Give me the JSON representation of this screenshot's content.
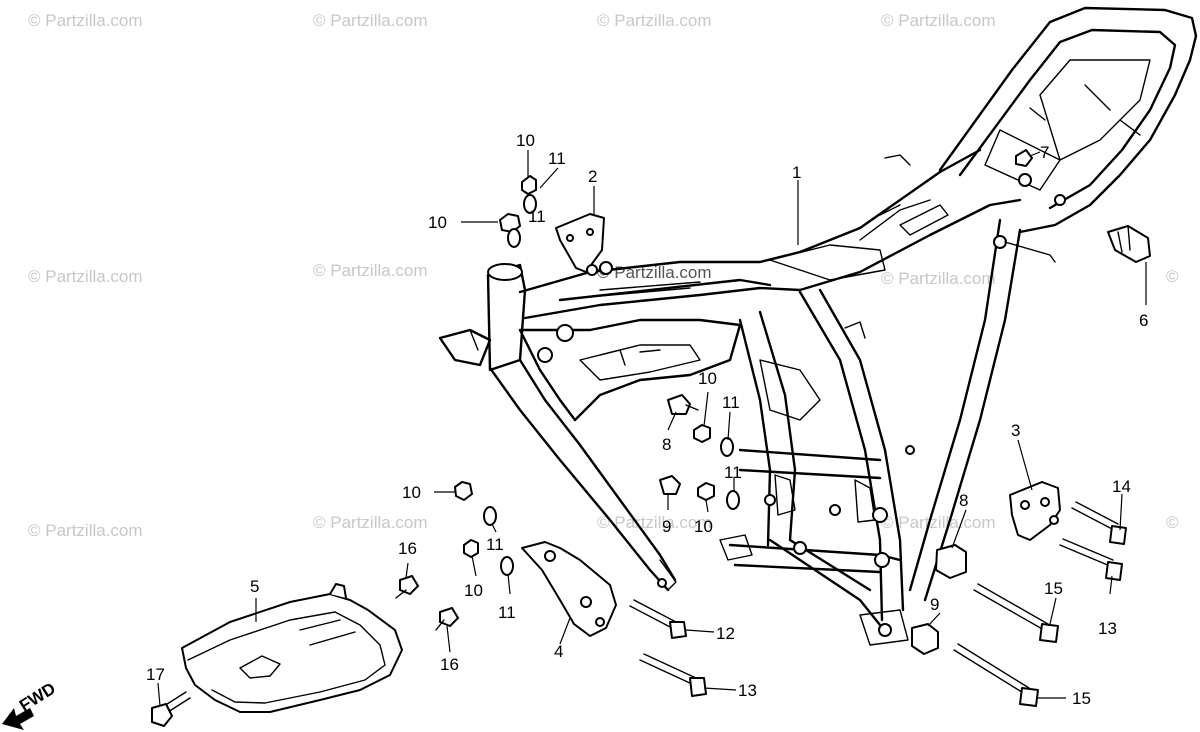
{
  "watermark": "© Partzilla.com",
  "direction_label": "FWD",
  "callouts": {
    "c1": "1",
    "c2": "2",
    "c3": "3",
    "c4": "4",
    "c5": "5",
    "c6": "6",
    "c7": "7",
    "c8a": "8",
    "c8b": "8",
    "c9a": "9",
    "c9b": "9",
    "c10a": "10",
    "c10b": "10",
    "c10c": "10",
    "c10d": "10",
    "c10e": "10",
    "c10f": "10",
    "c11a": "11",
    "c11b": "11",
    "c11c": "11",
    "c11d": "11",
    "c11e": "11",
    "c11f": "11",
    "c12": "12",
    "c13a": "13",
    "c13b": "13",
    "c14": "14",
    "c15a": "15",
    "c15b": "15",
    "c16a": "16",
    "c16b": "16",
    "c17": "17"
  }
}
